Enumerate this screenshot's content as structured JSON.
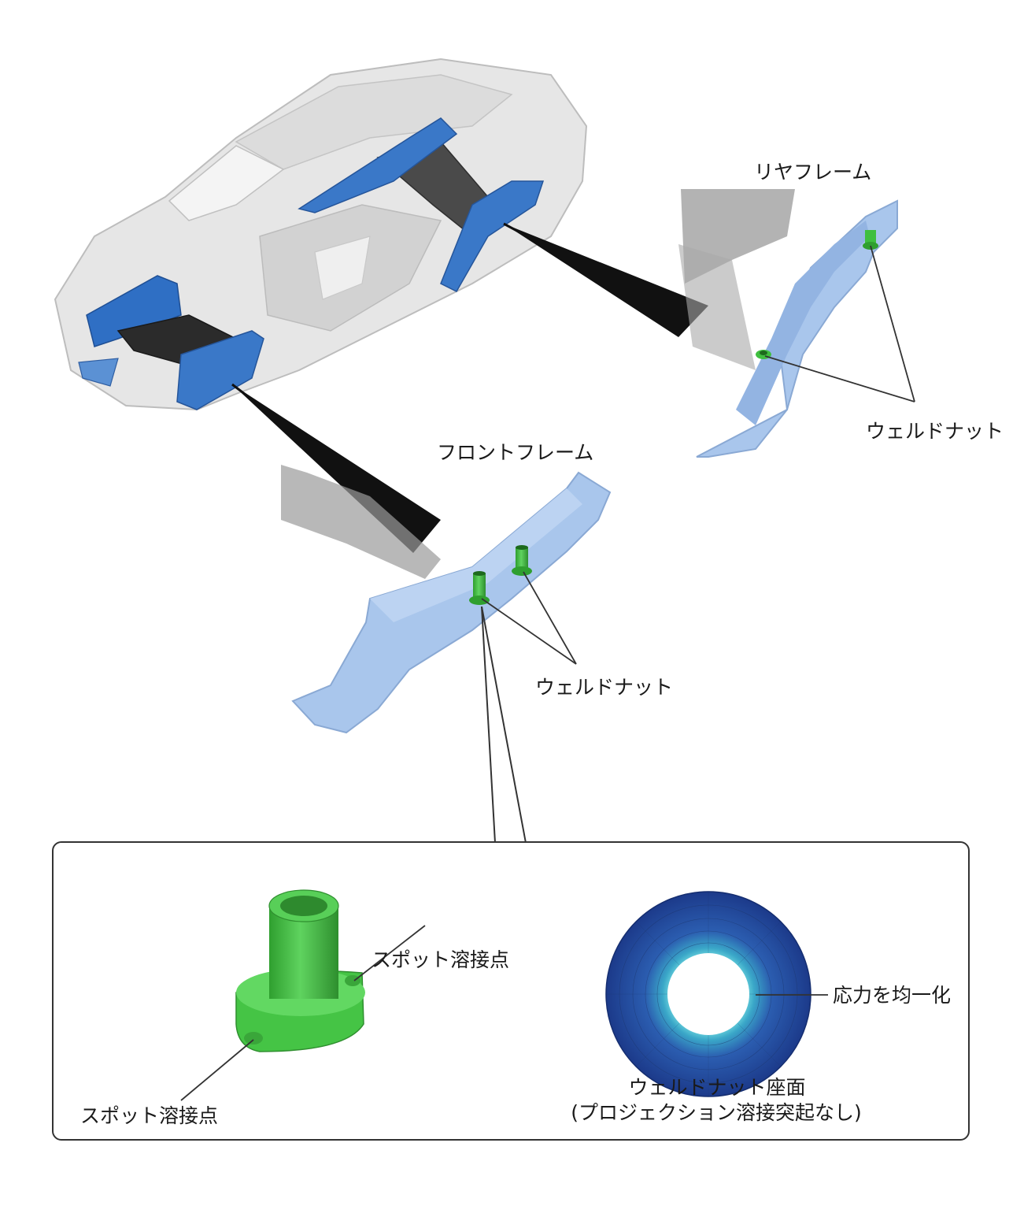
{
  "labels": {
    "rear_frame": "リヤフレーム",
    "front_frame": "フロントフレーム",
    "weld_nut_rear": "ウェルドナット",
    "weld_nut_front": "ウェルドナット",
    "spot_weld_upper": "スポット溶接点",
    "spot_weld_lower": "スポット溶接点",
    "stress_uniform": "応力を均一化",
    "seat_surface_line1": "ウェルドナット座面",
    "seat_surface_line2": "(プロジェクション溶接突起なし)"
  },
  "colors": {
    "body_gray": "#d9d9d9",
    "frame_blue": "#3a78c8",
    "frame_light_blue": "#a9c6ec",
    "nut_green": "#3fbf3f",
    "ring_dark_blue": "#1f3f8f",
    "ring_cyan": "#4fd0d0"
  }
}
